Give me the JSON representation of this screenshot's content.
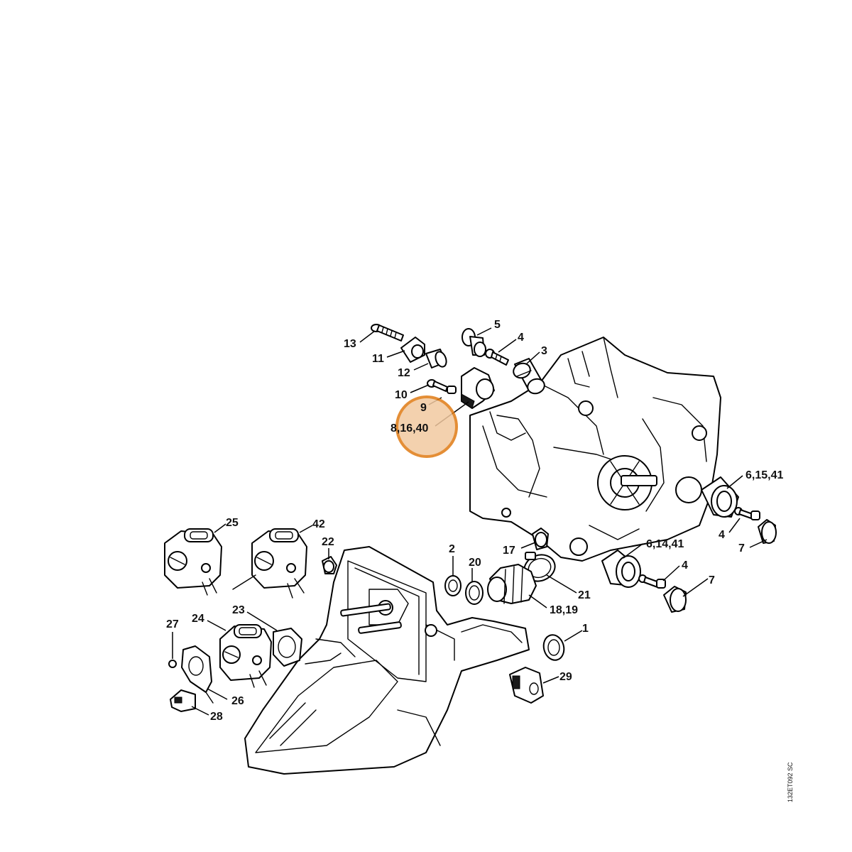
{
  "diagram": {
    "highlight_color": "#e07b14",
    "highlight_fill": "#f2c9a0",
    "reference_code": "132ET092 SC",
    "callouts": [
      {
        "id": "c13",
        "label": "13"
      },
      {
        "id": "c11",
        "label": "11"
      },
      {
        "id": "c12",
        "label": "12"
      },
      {
        "id": "c10",
        "label": "10"
      },
      {
        "id": "c9",
        "label": "9"
      },
      {
        "id": "c8-16-40",
        "label": "8,16,40"
      },
      {
        "id": "c5",
        "label": "5"
      },
      {
        "id": "c4a",
        "label": "4"
      },
      {
        "id": "c3",
        "label": "3"
      },
      {
        "id": "c6-15-41",
        "label": "6,15,41"
      },
      {
        "id": "c4b",
        "label": "4"
      },
      {
        "id": "c7a",
        "label": "7"
      },
      {
        "id": "c6-14-41",
        "label": "6,14,41"
      },
      {
        "id": "c4c",
        "label": "4"
      },
      {
        "id": "c7b",
        "label": "7"
      },
      {
        "id": "c17",
        "label": "17"
      },
      {
        "id": "c2",
        "label": "2"
      },
      {
        "id": "c20",
        "label": "20"
      },
      {
        "id": "c21",
        "label": "21"
      },
      {
        "id": "c18-19",
        "label": "18,19"
      },
      {
        "id": "c1",
        "label": "1"
      },
      {
        "id": "c29",
        "label": "29"
      },
      {
        "id": "c22",
        "label": "22"
      },
      {
        "id": "c25",
        "label": "25"
      },
      {
        "id": "c42",
        "label": "42"
      },
      {
        "id": "c27",
        "label": "27"
      },
      {
        "id": "c24",
        "label": "24"
      },
      {
        "id": "c23",
        "label": "23"
      },
      {
        "id": "c26",
        "label": "26"
      },
      {
        "id": "c28",
        "label": "28"
      }
    ]
  }
}
